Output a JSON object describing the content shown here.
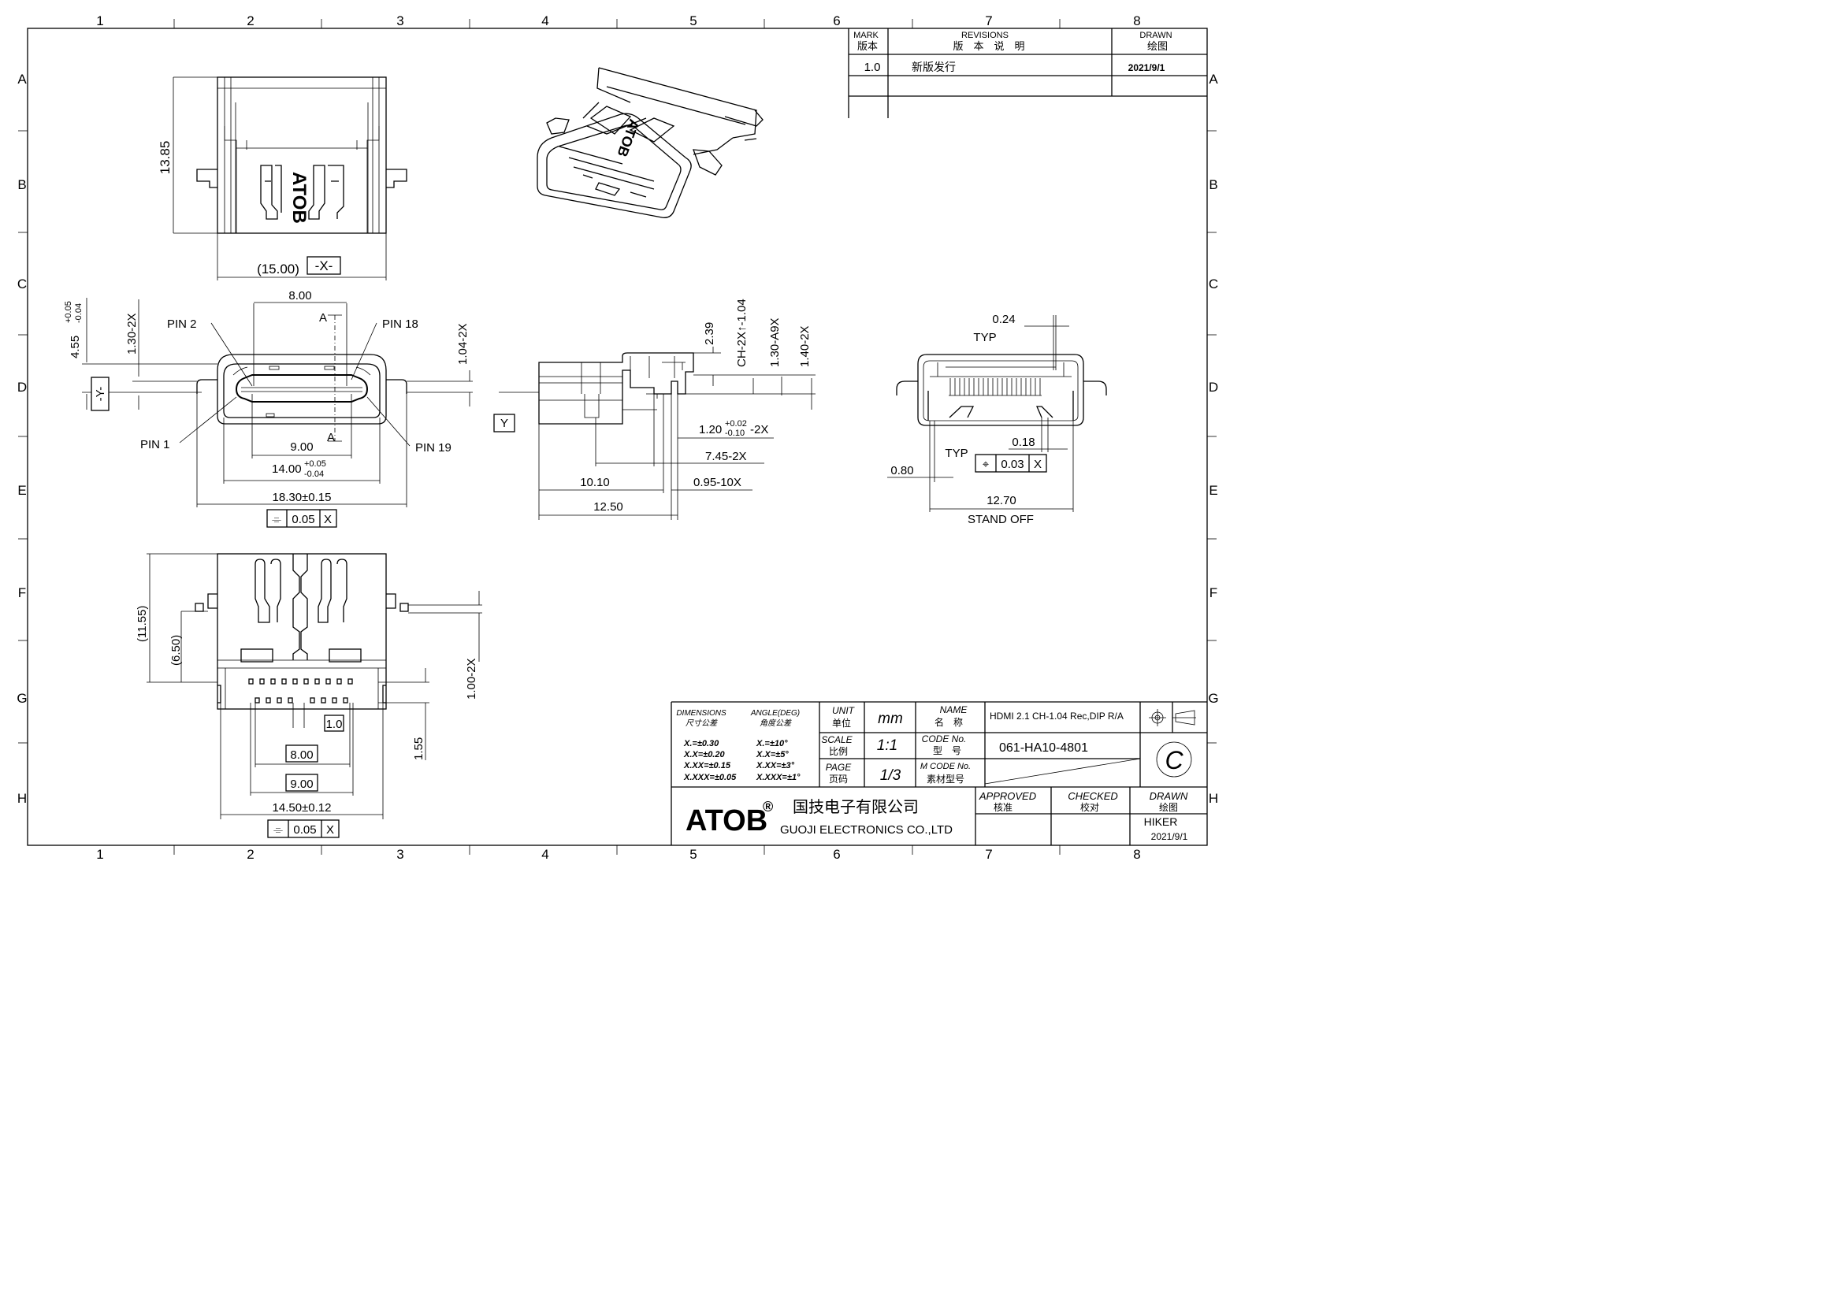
{
  "border": {
    "columns": [
      "1",
      "2",
      "3",
      "4",
      "5",
      "6",
      "7",
      "8"
    ],
    "rows": [
      "A",
      "B",
      "C",
      "D",
      "E",
      "F",
      "G",
      "H"
    ]
  },
  "revisions": {
    "mark_en": "MARK",
    "mark_cn": "版本",
    "rev_en": "REVISIONS",
    "rev_cn": "版　本　说　明",
    "drawn_en": "DRAWN",
    "drawn_cn": "绘图",
    "rows": [
      {
        "mark": "1.0",
        "desc": "新版发行",
        "date": "2021/9/1"
      }
    ]
  },
  "views": {
    "top": {
      "brand": "ATOB",
      "dims": {
        "height": "13.85",
        "width": "(15.00)",
        "datum": "-X-"
      }
    },
    "front": {
      "pins": {
        "pin2": "PIN 2",
        "pin18": "PIN 18",
        "pin1": "PIN 1",
        "pin19": "PIN 19"
      },
      "section_a": "A",
      "dims": {
        "d800": "8.00",
        "d900": "9.00",
        "d1400": "14.00",
        "d1400_tol_up": "+0.05",
        "d1400_tol_dn": "-0.04",
        "d1830": "18.30±0.15",
        "d455": "4.55",
        "d455_tol_up": "+0.05",
        "d455_tol_dn": "-0.04",
        "d130": "1.30-2X",
        "d104": "1.04-2X",
        "datum_y": "-Y-"
      },
      "tol_frame": [
        "⌯",
        "0.05",
        "X"
      ]
    },
    "side": {
      "datum": "Y",
      "dims": {
        "d239": "2.39",
        "ch": "CH-2X↑-1.04",
        "d130": "1.30-A9X",
        "d140": "1.40-2X",
        "d120": "1.20",
        "d120_tol_up": "+0.02",
        "d120_tol_dn": "-0.10",
        "d120_suffix": "-2X",
        "d745": "7.45-2X",
        "d095": "0.95-10X",
        "d1010": "10.10",
        "d1250": "12.50"
      }
    },
    "rear": {
      "dims": {
        "d024": "0.24",
        "typ1": "TYP",
        "d018": "0.18",
        "typ2": "TYP",
        "d080": "0.80",
        "d1270": "12.70",
        "standoff": "STAND OFF"
      },
      "tol_frame": [
        "⌖",
        "0.03",
        "X"
      ]
    },
    "bottom": {
      "dims": {
        "d1155": "(11.55)",
        "d650": "(6.50)",
        "d100": "1.00-2X",
        "d155": "1.55",
        "d10": "1.0",
        "d800": "8.00",
        "d900": "9.00",
        "d1450": "14.50±0.12"
      },
      "tol_frame": [
        "⌯",
        "0.05",
        "X"
      ]
    }
  },
  "title_block": {
    "dimensions_en": "DIMENSIONS",
    "dimensions_cn": "尺寸公差",
    "angle_en": "ANGLE(DEG)",
    "angle_cn": "角度公差",
    "tolerances": [
      "X.=±0.30",
      "X.X=±0.20",
      "X.XX=±0.15",
      "X.XXX=±0.05"
    ],
    "angles": [
      "X.=±10°",
      "X.X=±5°",
      "X.XX=±3°",
      "X.XXX=±1°"
    ],
    "unit_en": "UNIT",
    "unit_cn": "单位",
    "unit_val": "mm",
    "scale_en": "SCALE",
    "scale_cn": "比例",
    "scale_val": "1:1",
    "page_en": "PAGE",
    "page_cn": "页码",
    "page_val": "1/3",
    "name_en": "NAME",
    "name_cn": "名　称",
    "name_val": "HDMI 2.1 CH-1.04 Rec,DIP R/A",
    "code_en": "CODE No.",
    "code_cn": "型　号",
    "code_val": "061-HA10-4801",
    "mcode_en": "M CODE No.",
    "mcode_cn": "素材型号",
    "company_logo": "ATOB",
    "reg_mark": "®",
    "company_cn": "国技电子有限公司",
    "company_en": "GUOJI ELECTRONICS CO.,LTD",
    "approved_en": "APPROVED",
    "approved_cn": "核准",
    "checked_en": "CHECKED",
    "checked_cn": "校对",
    "drawn_en": "DRAWN",
    "drawn_cn": "绘图",
    "drawn_by": "HIKER",
    "drawn_date": "2021/9/1",
    "revision_symbol": "C"
  }
}
